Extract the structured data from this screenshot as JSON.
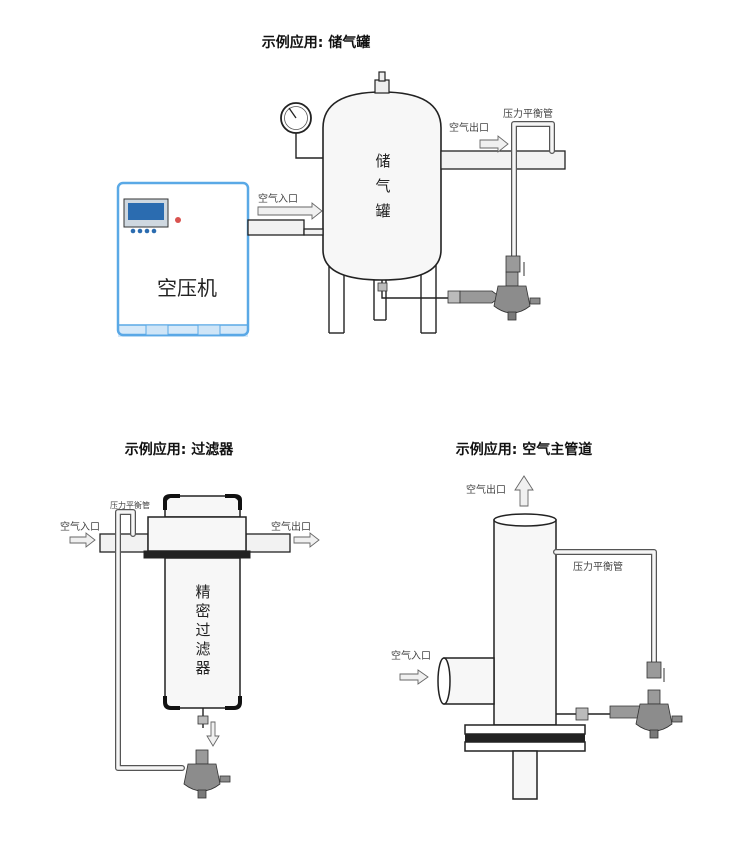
{
  "section_top": {
    "title": "示例应用: 储气罐",
    "compressor_label": "空压机",
    "tank_label": [
      "储",
      "气",
      "罐"
    ],
    "air_inlet": "空气入口",
    "air_outlet": "空气出口",
    "balance_pipe": "压力平衡管"
  },
  "section_filter": {
    "title": "示例应用: 过滤器",
    "filter_label": [
      "精",
      "密",
      "过",
      "滤",
      "器"
    ],
    "air_inlet": "空气入口",
    "air_outlet": "空气出口",
    "balance_pipe": "压力平衡管"
  },
  "section_main": {
    "title": "示例应用: 空气主管道",
    "air_inlet": "空气入口",
    "air_outlet": "空气出口",
    "balance_pipe": "压力平衡管"
  },
  "colors": {
    "compressor_frame": "#5aa9e6",
    "screen": "#2b6cb0",
    "indicator_red": "#d9534f"
  }
}
